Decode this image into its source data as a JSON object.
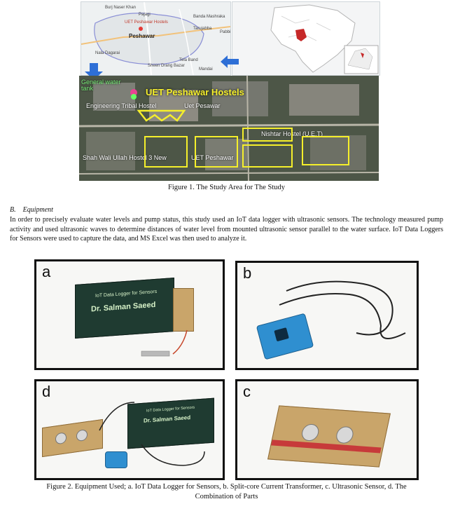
{
  "figure1": {
    "map_city": {
      "places": [
        "Burj Naser Khan",
        "Pajagi",
        "Banda Mashraka",
        "Tarujabba",
        "Pabbi",
        "Peshawar",
        "Nala Dagarai",
        "Sheen Drang Bazar",
        "Tela Band",
        "Mandai"
      ],
      "hostel_label": "UET Peshawar Hostels"
    },
    "satellite": {
      "tank_label": "General water tank",
      "title": "UET Peshawar Hostels",
      "labels": [
        "Engineering Tribal Hostel",
        "Uet Pesawar",
        "Shah Wali Ullah Hostel 3 New",
        "UET Peshawar",
        "Nishtar Hostel (U.E.T)"
      ]
    },
    "caption": "Figure 1. The Study Area for The Study"
  },
  "section": {
    "number": "B.",
    "title": "Equipment",
    "paragraph": "In order to precisely evaluate water levels and pump status, this study used an IoT data logger with ultrasonic sensors. The technology measured pump activity and used ultrasonic waves to determine distances of water level from mounted ultrasonic sensor parallel to the water surface. IoT Data Loggers for Sensors were used to capture the data, and MS Excel was then used to analyze it."
  },
  "figure2": {
    "panels": [
      {
        "label": "a"
      },
      {
        "label": "b"
      },
      {
        "label": "d"
      },
      {
        "label": "c"
      }
    ],
    "logger": {
      "title": "IoT Data Logger for Sensors",
      "name": "Dr. Salman Saeed"
    },
    "caption_line1": "Figure 2. Equipment Used; a. IoT Data Logger for Sensors, b. Split-core Current Transformer, c. Ultrasonic Sensor, d. The",
    "caption_line2": "Combination of Parts"
  }
}
